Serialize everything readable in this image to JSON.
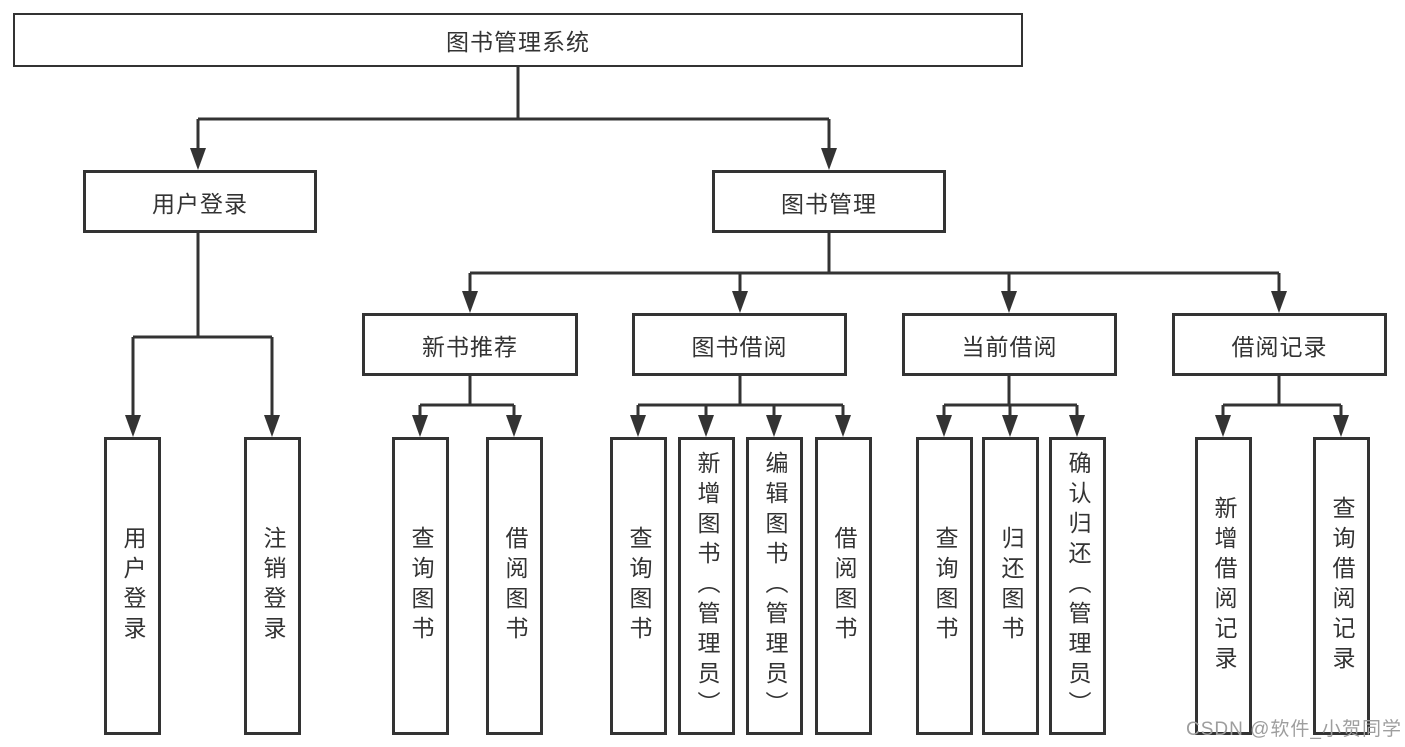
{
  "diagram": {
    "root": {
      "label": "图书管理系统"
    },
    "branches": [
      {
        "label": "用户登录",
        "children": [
          {
            "label": "用户登录"
          },
          {
            "label": "注销登录"
          }
        ]
      },
      {
        "label": "图书管理",
        "children": [
          {
            "label": "新书推荐",
            "children": [
              {
                "label": "查询图书"
              },
              {
                "label": "借阅图书"
              }
            ]
          },
          {
            "label": "图书借阅",
            "children": [
              {
                "label": "查询图书"
              },
              {
                "label": "新增图书（管理员）"
              },
              {
                "label": "编辑图书（管理员）"
              },
              {
                "label": "借阅图书"
              }
            ]
          },
          {
            "label": "当前借阅",
            "children": [
              {
                "label": "查询图书"
              },
              {
                "label": "归还图书"
              },
              {
                "label": "确认归还（管理员）"
              }
            ]
          },
          {
            "label": "借阅记录",
            "children": [
              {
                "label": "新增借阅记录"
              },
              {
                "label": "查询借阅记录"
              }
            ]
          }
        ]
      }
    ],
    "colors": {
      "line": "#333333",
      "text": "#333333",
      "watermark": "#9e9e9e",
      "background": "#ffffff"
    }
  },
  "watermark": "CSDN @软件_小贺同学"
}
